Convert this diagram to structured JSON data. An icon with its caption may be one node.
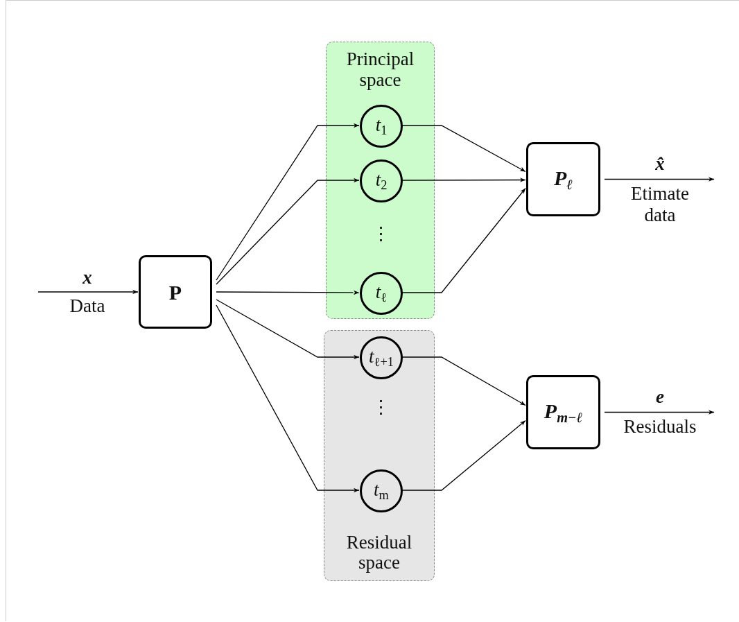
{
  "diagram": {
    "nodes": [
      {
        "text": [
          "Principal space"
        ]
      },
      {
        "text": [
          "*t*$_{1}$"
        ],
        "in": 0
      },
      {
        "text": [
          "*t*$_{2}$"
        ],
        "in": 0
      },
      {
        "text": [
          "*t*$_{ℓ}$"
        ],
        "in": 0
      },
      {
        "text": [
          "Residual space"
        ]
      },
      {
        "text": [
          "*t*$_{ℓ+1}$"
        ],
        "in": 4
      },
      {
        "text": [
          "*t*$_{m}$"
        ],
        "in": 4
      },
      {
        "text": [
          "P"
        ]
      },
      {
        "text": [
          "*P*$_{ℓ}$"
        ]
      },
      {
        "text": [
          "*P*$_{m−ℓ}$"
        ]
      }
    ],
    "edges": [
      {
        "from": null,
        "to": 7,
        "arrow": "to",
        "label": "x"
      },
      {
        "from": 7,
        "to": 1,
        "arrow": "to"
      },
      {
        "from": 7,
        "to": 2,
        "arrow": "to"
      },
      {
        "from": 7,
        "to": 3,
        "arrow": "to"
      },
      {
        "from": 7,
        "to": 5,
        "arrow": "to"
      },
      {
        "from": 7,
        "to": 6,
        "arrow": "to"
      },
      {
        "from": 1,
        "to": 8,
        "arrow": "to"
      },
      {
        "from": 2,
        "to": 8,
        "arrow": "to"
      },
      {
        "from": 3,
        "to": 8,
        "arrow": "to"
      },
      {
        "from": 5,
        "to": 9,
        "arrow": "to"
      },
      {
        "from": 6,
        "to": 9,
        "arrow": "to"
      },
      {
        "from": 8,
        "to": null,
        "arrow": "to",
        "label": "x̂"
      },
      {
        "from": 9,
        "to": null,
        "arrow": "to",
        "label": "e"
      }
    ],
    "labels": [
      "⋮",
      "⋮",
      "Data",
      "Etimate data",
      "Residuals"
    ]
  }
}
